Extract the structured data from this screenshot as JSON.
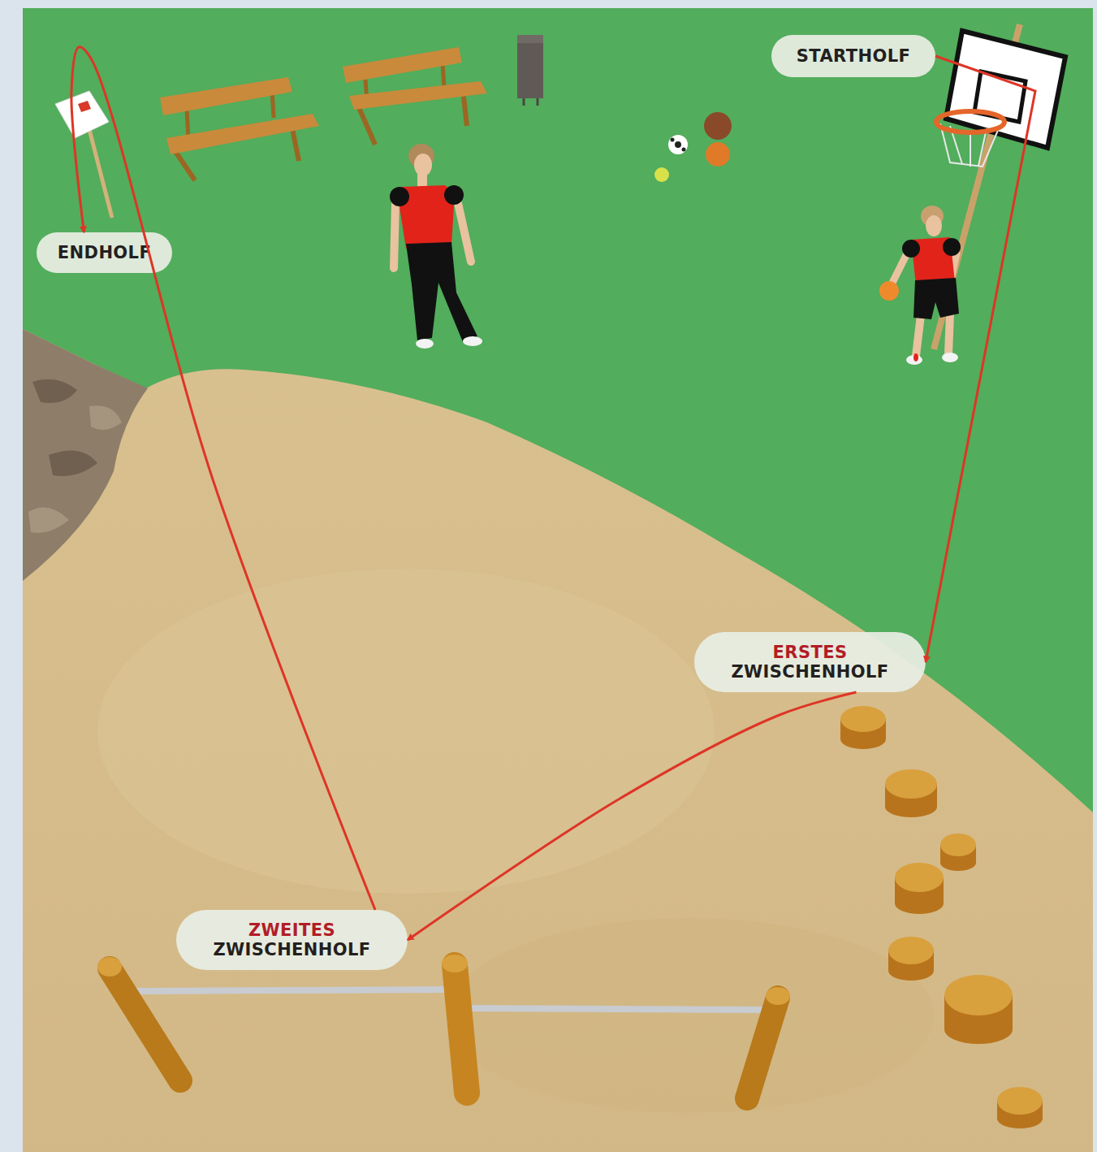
{
  "diagram": {
    "nodes": [
      {
        "text": [
          "STARTHOLF"
        ]
      },
      {
        "text": [
          "ERSTES",
          "ZWISCHENHOLF"
        ]
      },
      {
        "text": [
          "ZWEITES",
          "ZWISCHENHOLF"
        ]
      },
      {
        "text": [
          "ENDHOLF"
        ]
      }
    ],
    "edges": [
      {
        "from": 0,
        "to": 1,
        "arrow": "to"
      },
      {
        "from": 1,
        "to": 2,
        "arrow": "to"
      },
      {
        "from": 2,
        "to": 3,
        "arrow": "to"
      }
    ]
  }
}
